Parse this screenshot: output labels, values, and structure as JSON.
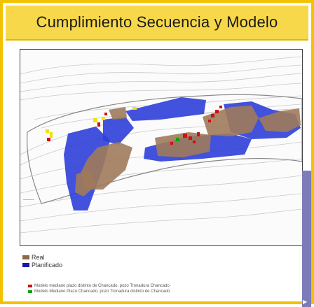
{
  "slide": {
    "title": "Cumplimiento Secuencia y Modelo"
  },
  "legend": {
    "items": [
      {
        "label": "Real",
        "color": "#8a6a4a"
      },
      {
        "label": "Planificado",
        "color": "#1a1aa8"
      }
    ],
    "notes": [
      {
        "label": "Modelo mediano plazo distinto de Chancado, pozo Tronadura Chancado",
        "color": "#d01010"
      },
      {
        "label": "Modelo Mediano Plazo Chancado, pozo Tronadura distinto de Chancado",
        "color": "#10a010"
      }
    ]
  },
  "colors": {
    "accent": "#f2c200",
    "real": "#a07a5a",
    "planned": "#2d3fd8"
  }
}
